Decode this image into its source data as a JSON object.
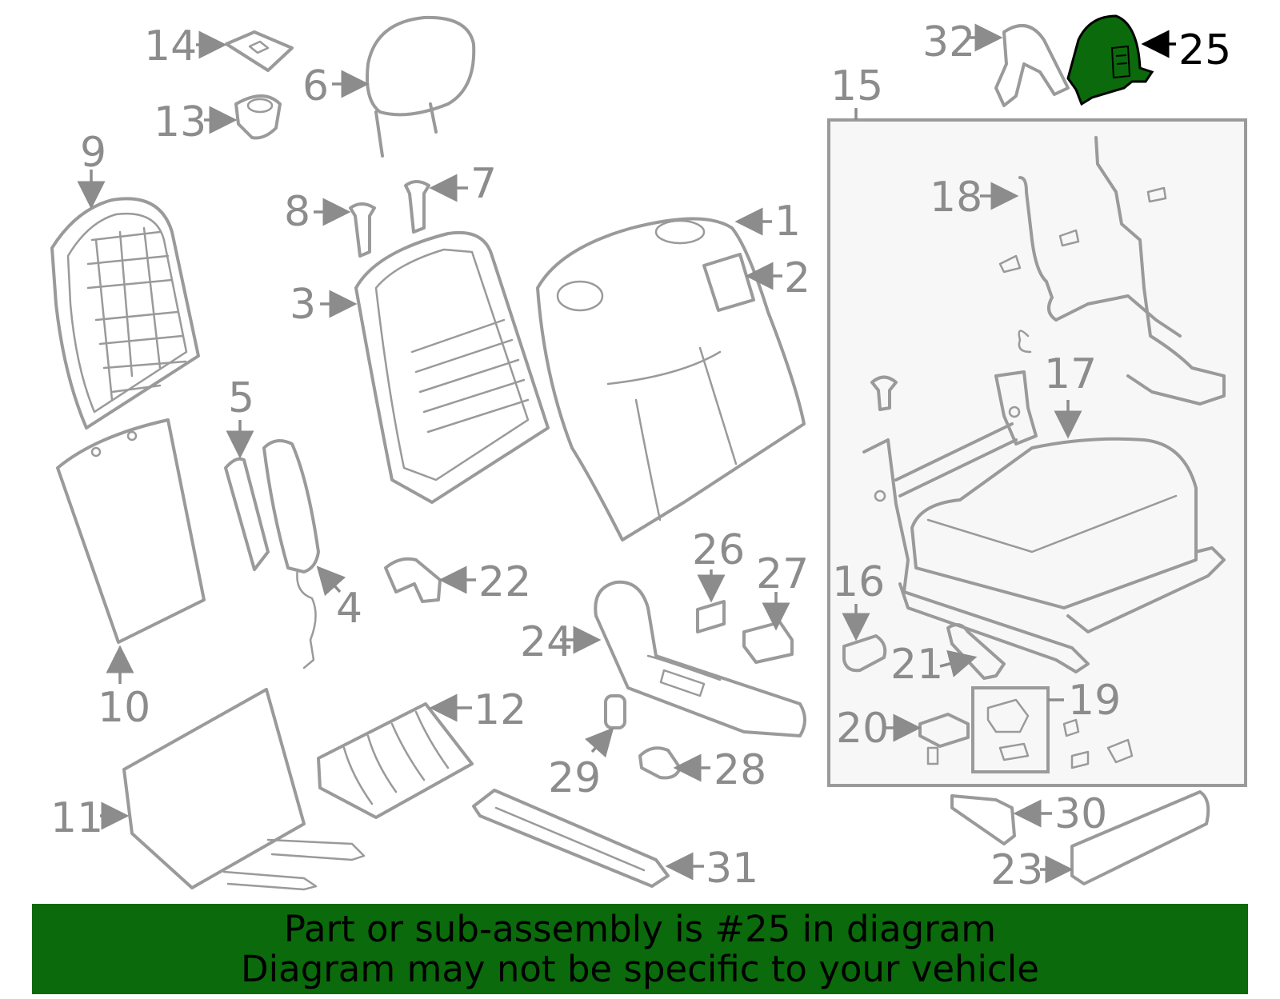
{
  "diagram": {
    "highlight_color": "#0b6a0b",
    "part_line_color": "#9a9a9a",
    "label_color": "#8c8c8c",
    "highlighted_part": "25",
    "callouts": [
      "1",
      "2",
      "3",
      "4",
      "5",
      "6",
      "7",
      "8",
      "9",
      "10",
      "11",
      "12",
      "13",
      "14",
      "15",
      "16",
      "17",
      "18",
      "19",
      "20",
      "21",
      "22",
      "23",
      "24",
      "25",
      "26",
      "27",
      "28",
      "29",
      "30",
      "31",
      "32"
    ]
  },
  "banner": {
    "background": "#0b6a0b",
    "line1": "Part or sub-assembly is #25 in diagram",
    "line2": "Diagram may not be specific to your vehicle"
  }
}
